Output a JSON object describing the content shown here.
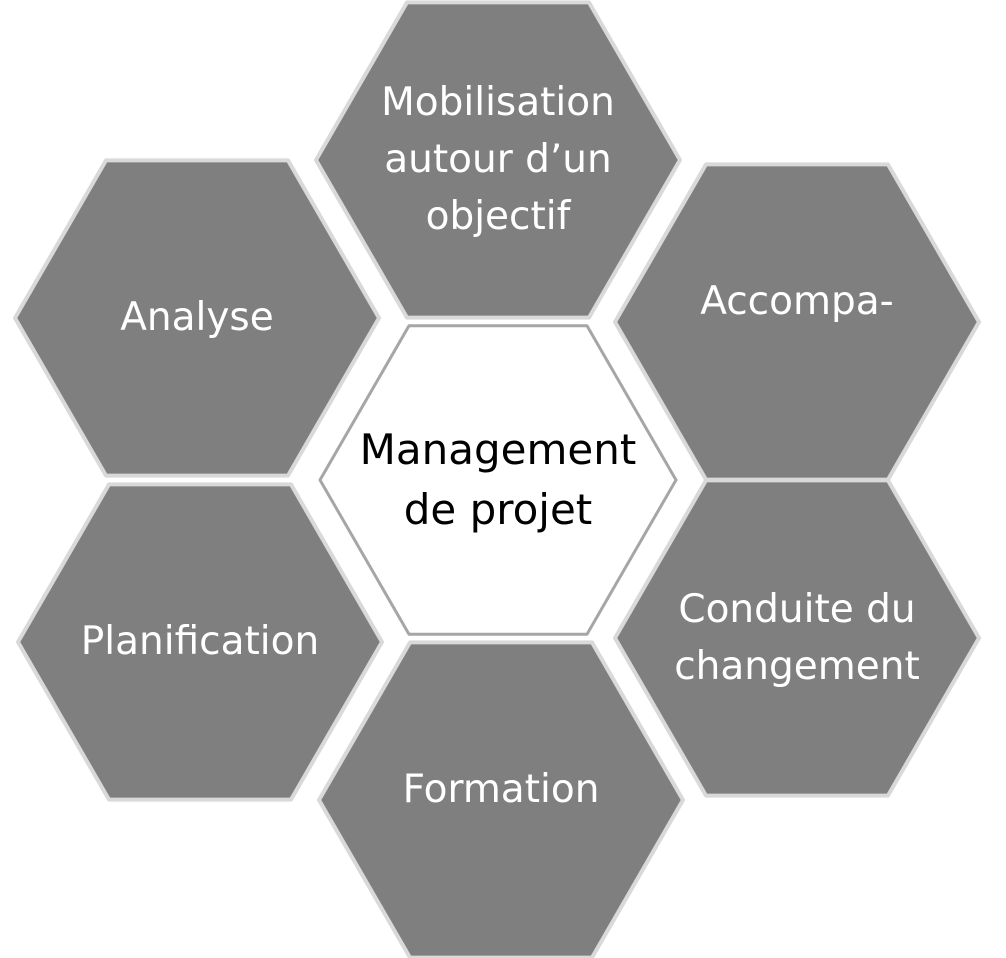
{
  "diagram": {
    "center": {
      "label": "Management\nde projet"
    },
    "nodes": [
      {
        "id": "top",
        "label": "Mobilisation\nautour d’un\nobjectif"
      },
      {
        "id": "upper-right",
        "label": "Accompa-"
      },
      {
        "id": "lower-right",
        "label": "Conduite du\nchangement"
      },
      {
        "id": "bottom",
        "label": "Formation"
      },
      {
        "id": "lower-left",
        "label": "Planification"
      },
      {
        "id": "upper-left",
        "label": "Analyse"
      }
    ],
    "colors": {
      "outer_fill": "#7f7f7f",
      "outer_stroke": "#d9d9d9",
      "center_fill": "#ffffff",
      "center_stroke": "#a6a6a6",
      "outer_text": "#ffffff",
      "center_text": "#000000"
    }
  }
}
